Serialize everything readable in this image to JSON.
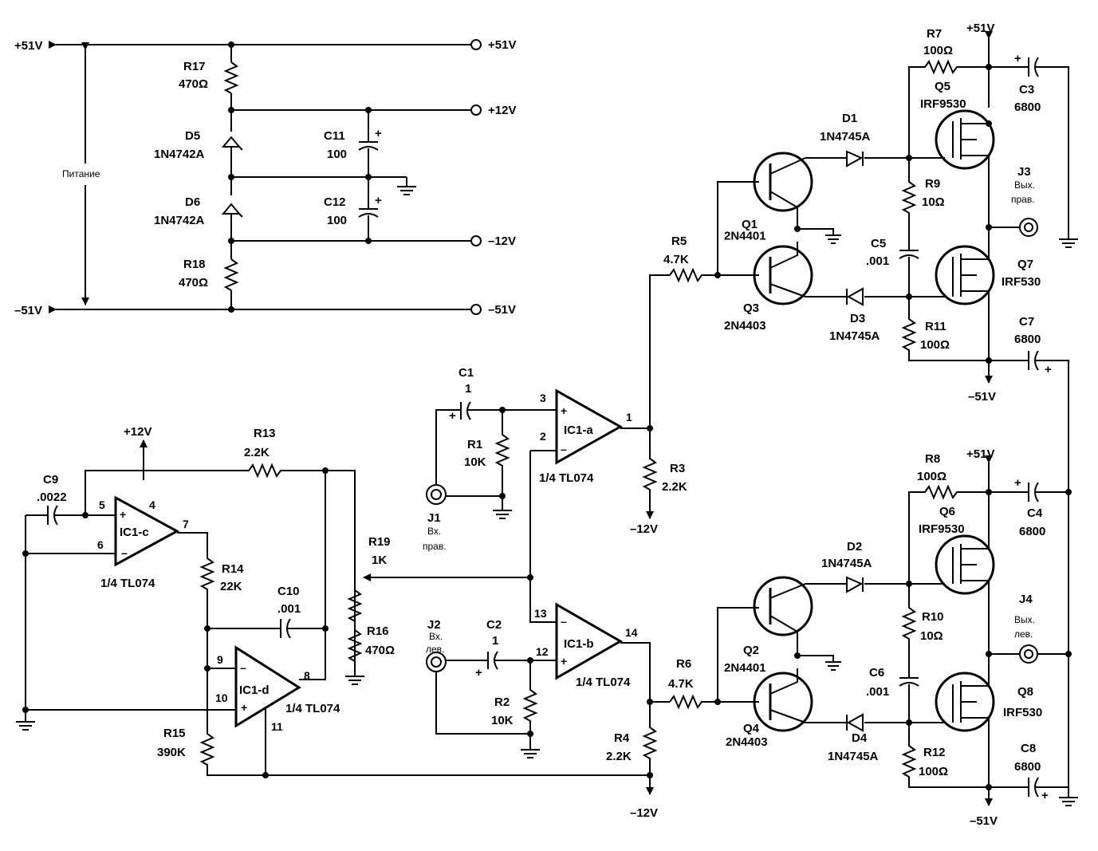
{
  "supply": {
    "left_pos": "+51V",
    "left_neg": "–51V",
    "caption": "Питание",
    "out_p51": "+51V",
    "out_p12": "+12V",
    "out_m12": "–12V",
    "out_m51": "–51V"
  },
  "labels": {
    "R17": "R17",
    "R17v": "470Ω",
    "D5": "D5",
    "D5v": "1N4742A",
    "D6": "D6",
    "D6v": "1N4742A",
    "R18": "R18",
    "R18v": "470Ω",
    "C11": "C11",
    "C11v": "100",
    "C12": "C12",
    "C12v": "100",
    "C1": "C1",
    "C1v": "1",
    "R1": "R1",
    "R1v": "10K",
    "J1": "J1",
    "J1a": "Вх.",
    "J1b": "прав.",
    "IC1a": "IC1-a",
    "IC1aN": "1/4 TL074",
    "R3": "R3",
    "R3v": "2.2K",
    "m12a": "–12V",
    "R5": "R5",
    "R5v": "4.7K",
    "Q1": "Q1",
    "Q1v": "2N4401",
    "Q3": "Q3",
    "Q3v": "2N4403",
    "D1": "D1",
    "D1v": "1N4745A",
    "D3": "D3",
    "D3v": "1N4745A",
    "R7": "R7",
    "R7v": "100Ω",
    "p51a": "+51V",
    "Q5": "Q5",
    "Q5v": "IRF9530",
    "C3": "C3",
    "C3v": "6800",
    "R9": "R9",
    "R9v": "10Ω",
    "C5": "C5",
    "C5v": ".001",
    "J3": "J3",
    "J3a": "Вых.",
    "J3b": "прав.",
    "Q7": "Q7",
    "Q7v": "IRF530",
    "R11": "R11",
    "R11v": "100Ω",
    "C7": "C7",
    "C7v": "6800",
    "m51a": "–51V",
    "R8": "R8",
    "R8v": "100Ω",
    "p51b": "+51V",
    "Q6": "Q6",
    "Q6v": "IRF9530",
    "C4": "C4",
    "C4v": "6800",
    "D2": "D2",
    "D2v": "1N4745A",
    "R10": "R10",
    "R10v": "10Ω",
    "J4": "J4",
    "J4a": "Вых.",
    "J4b": "лев.",
    "C6": "C6",
    "C6v": ".001",
    "Q8": "Q8",
    "Q8v": "IRF530",
    "Q2": "Q2",
    "Q2v": "2N4401",
    "Q4": "Q4",
    "Q4v": "2N4403",
    "D4": "D4",
    "D4v": "1N4745A",
    "R12": "R12",
    "R12v": "100Ω",
    "C8": "C8",
    "C8v": "6800",
    "m51b": "–51V",
    "R6": "R6",
    "R6v": "4.7K",
    "R4": "R4",
    "R4v": "2.2K",
    "m12b": "–12V",
    "IC1b": "IC1-b",
    "IC1bN": "1/4 TL074",
    "J2": "J2",
    "J2a": "Вх.",
    "J2b": "лев.",
    "C2": "C2",
    "C2v": "1",
    "R2": "R2",
    "R2v": "10K",
    "R19": "R19",
    "R19v": "1K",
    "R16": "R16",
    "R16v": "470Ω",
    "p12": "+12V",
    "C9": "C9",
    "C9v": ".0022",
    "IC1c": "IC1-c",
    "IC1cN": "1/4 TL074",
    "R13": "R13",
    "R13v": "2.2K",
    "R14": "R14",
    "R14v": "22K",
    "C10": "C10",
    "C10v": ".001",
    "IC1d": "IC1-d",
    "IC1dN": "1/4 TL074",
    "R15": "R15",
    "R15v": "390K"
  },
  "pins": {
    "p1": "1",
    "p2": "2",
    "p3": "3",
    "p4": "4",
    "p5": "5",
    "p6": "6",
    "p7": "7",
    "p8": "8",
    "p9": "9",
    "p10": "10",
    "p11": "11",
    "p12": "12",
    "p13": "13",
    "p14": "14",
    "plus": "+",
    "minus": "–"
  }
}
